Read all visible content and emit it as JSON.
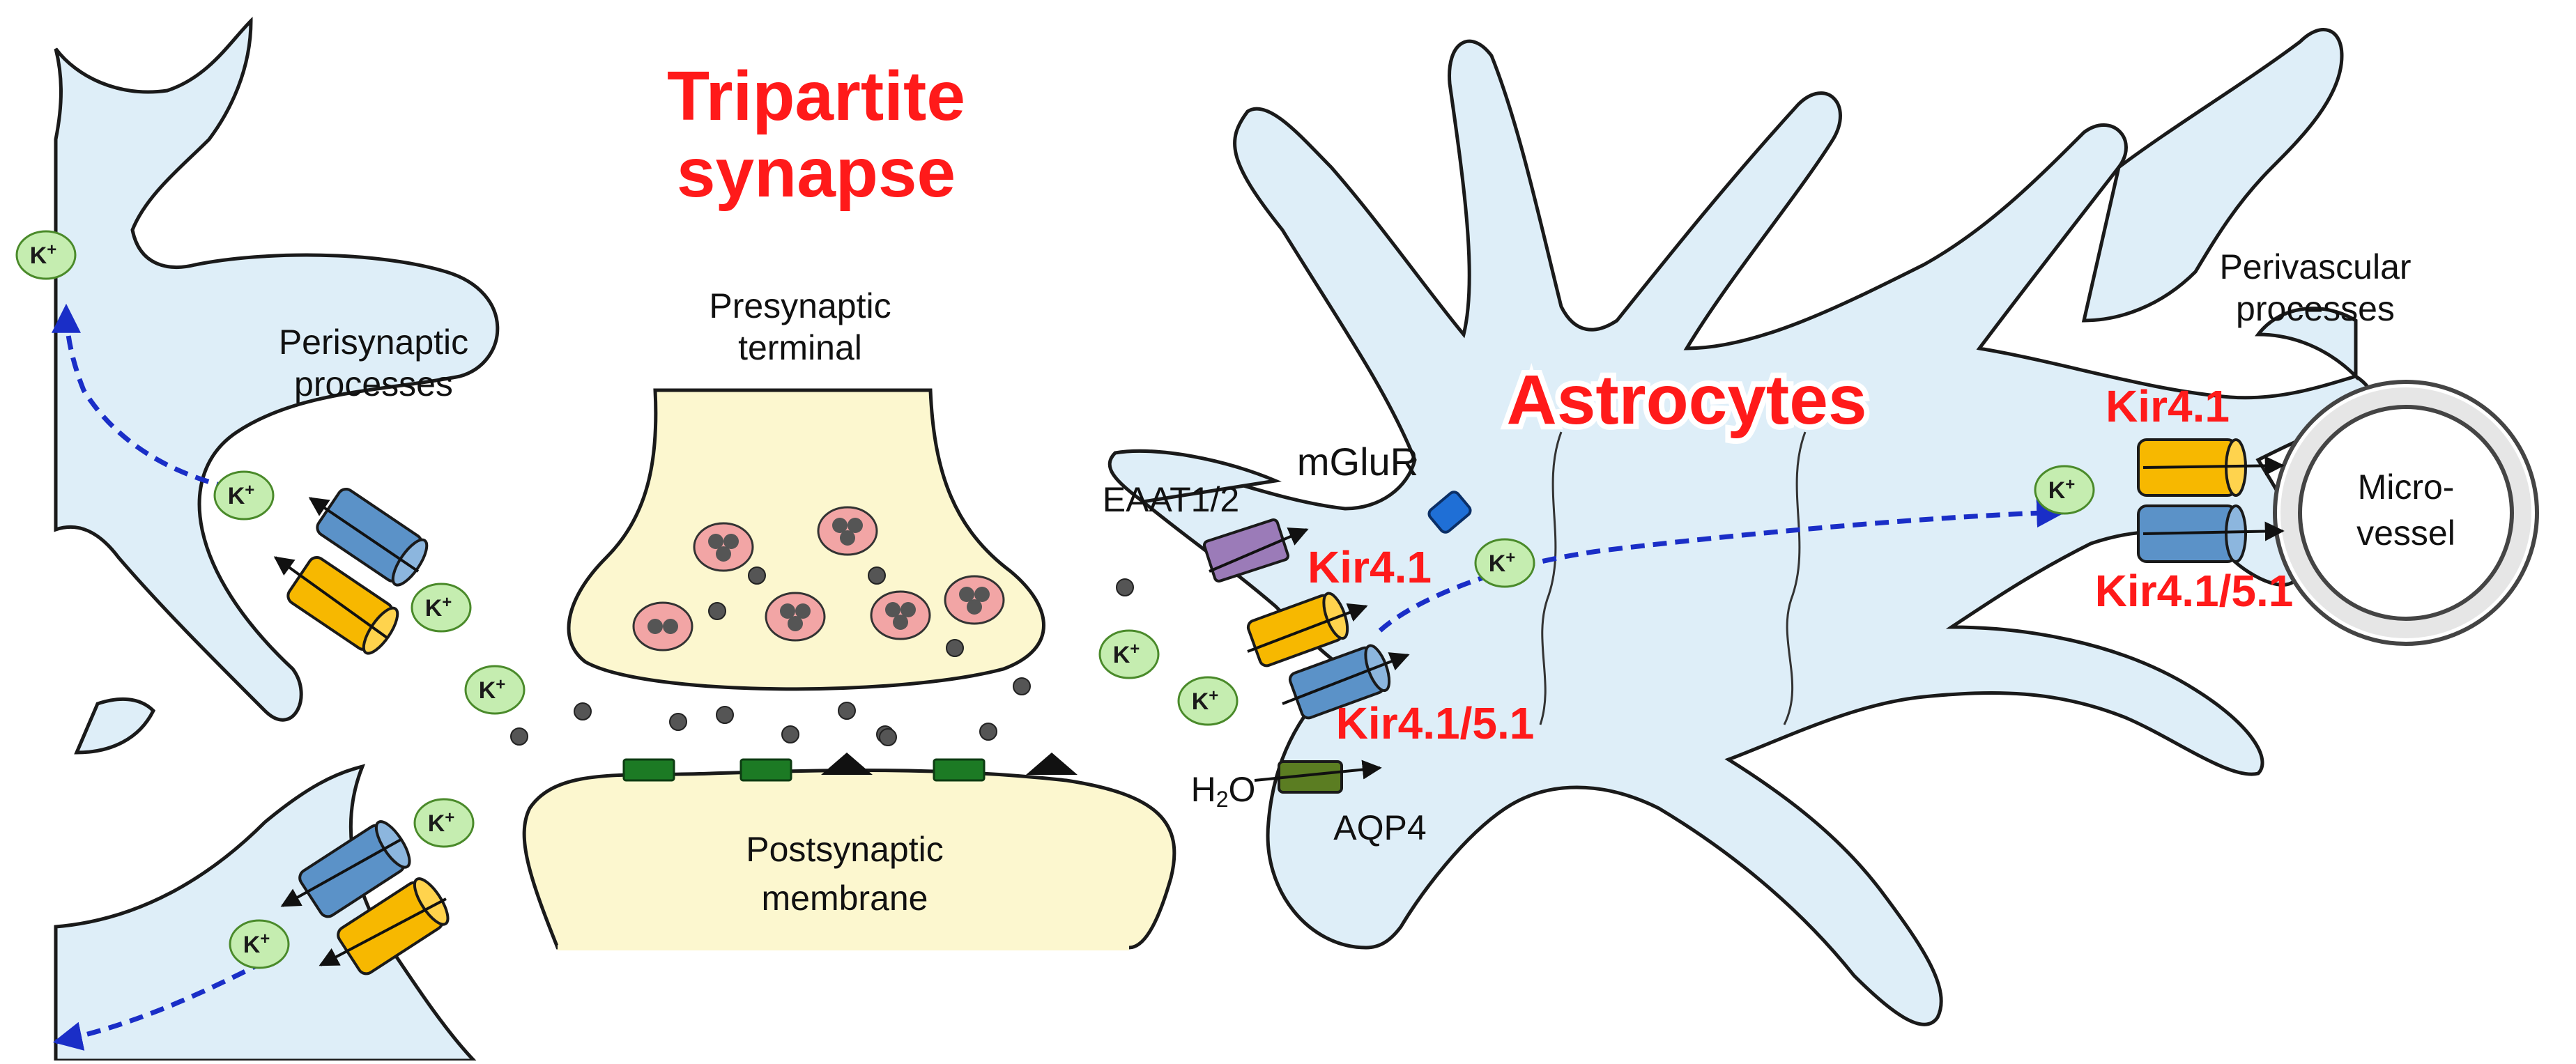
{
  "title": [
    "Tripartite",
    "synapse"
  ],
  "labels": {
    "perisynaptic": [
      "Perisynaptic",
      "processes"
    ],
    "presynaptic": [
      "Presynaptic",
      "terminal"
    ],
    "postsynaptic": [
      "Postsynaptic",
      "membrane"
    ],
    "astrocytes": "Astrocytes",
    "perivascular": [
      "Perivascular",
      "processes"
    ],
    "microvessel": [
      "Micro-",
      "vessel"
    ],
    "mglur": "mGluR",
    "eaat": "EAAT1/2",
    "kir41": "Kir4.1",
    "kir4151": "Kir4.1/5.1",
    "water": "H",
    "water_sub": "2",
    "water_o": "O",
    "aqp4": "AQP4",
    "ion": "K",
    "ion_sup": "+"
  },
  "colors": {
    "astrocyte_fill": "#deeef8",
    "neuron_fill": "#fcf7cf",
    "vesicle_fill": "#f2a5a5",
    "kir41_channel": "#f7b800",
    "kir4151_channel": "#5b92c8",
    "eaat_channel": "#9b7bb8",
    "aqp4_channel": "#5b7d22",
    "mglur_receptor": "#1f6fd6",
    "ion_fill": "#c5edb0",
    "flow_arrow": "#1a2ec7",
    "emphasis_text": "#ff1a1a"
  },
  "icons": {
    "ion": "potassium-ion-icon",
    "kir41": "kir41-channel-icon",
    "kir4151": "kir4151-channel-icon",
    "eaat": "eaat-transporter-icon",
    "aqp4": "aqp4-channel-icon",
    "mglur": "mglur-receptor-icon",
    "vesicle": "synaptic-vesicle-icon",
    "flow": "potassium-flow-arrow"
  }
}
